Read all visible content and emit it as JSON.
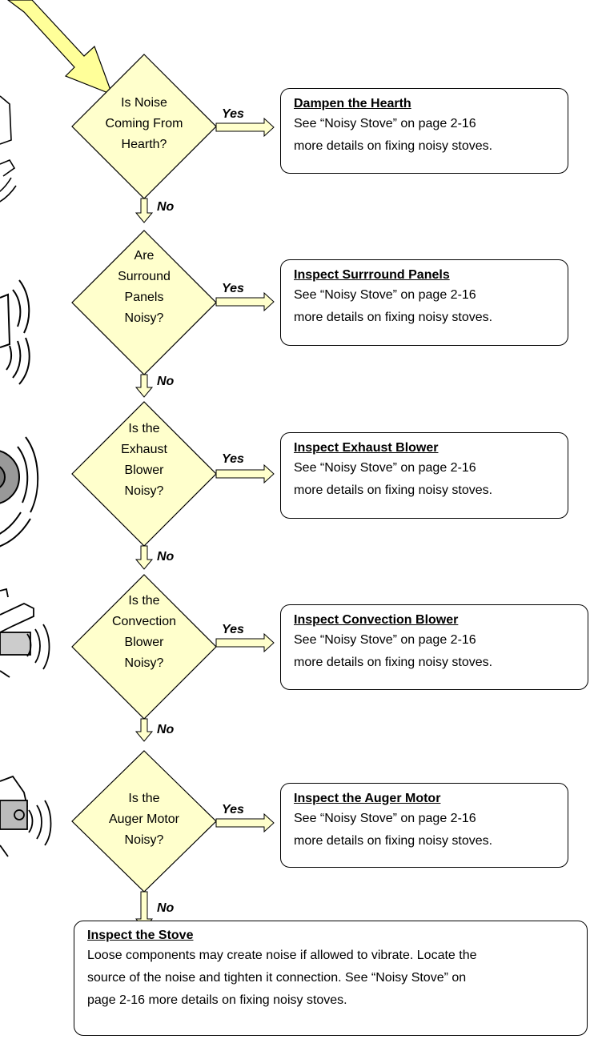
{
  "steps": [
    {
      "question_lines": [
        "Is Noise",
        "Coming From",
        "Hearth?"
      ],
      "yes_label": "Yes",
      "no_label": "No",
      "action": {
        "title": "Dampen the Hearth",
        "line1": "See “Noisy Stove” on page 2-16",
        "line2": "more details on fixing noisy stoves."
      }
    },
    {
      "question_lines": [
        "Are",
        "Surround",
        "Panels",
        "Noisy?"
      ],
      "yes_label": "Yes",
      "no_label": "No",
      "action": {
        "title": "Inspect Surrround Panels",
        "line1": "See “Noisy Stove” on page 2-16",
        "line2": "more details on fixing noisy stoves."
      }
    },
    {
      "question_lines": [
        "Is the",
        "Exhaust",
        "Blower",
        "Noisy?"
      ],
      "yes_label": "Yes",
      "no_label": "No",
      "action": {
        "title": "Inspect Exhaust Blower",
        "line1": "See “Noisy Stove” on page 2-16",
        "line2": "more details on fixing noisy stoves."
      }
    },
    {
      "question_lines": [
        "Is the",
        "Convection",
        "Blower",
        "Noisy?"
      ],
      "yes_label": "Yes",
      "no_label": "No",
      "action": {
        "title": "Inspect Convection Blower",
        "line1": "See “Noisy Stove” on page 2-16",
        "line2": "more details on fixing noisy stoves."
      }
    },
    {
      "question_lines": [
        "Is the",
        "Auger Motor",
        "Noisy?"
      ],
      "yes_label": "Yes",
      "no_label": "No",
      "action": {
        "title": "Inspect the Auger Motor",
        "line1": "See “Noisy Stove” on page 2-16",
        "line2": "more details on fixing noisy stoves."
      }
    }
  ],
  "final": {
    "title": "Inspect the Stove",
    "lines": [
      "Loose components may create noise if allowed to vibrate.  Locate the",
      "source of the noise and tighten it connection.  See “Noisy Stove” on",
      "page 2-16 more details on fixing noisy stoves."
    ]
  },
  "colors": {
    "diamond_fill": "#ffffcc",
    "arrow_fill": "#ffffcc",
    "entry_arrow_fill": "#ffff99",
    "stroke": "#000000"
  },
  "icons": [
    "hearth-icon",
    "surround-panel-icon",
    "exhaust-blower-icon",
    "convection-blower-icon",
    "auger-motor-icon"
  ]
}
